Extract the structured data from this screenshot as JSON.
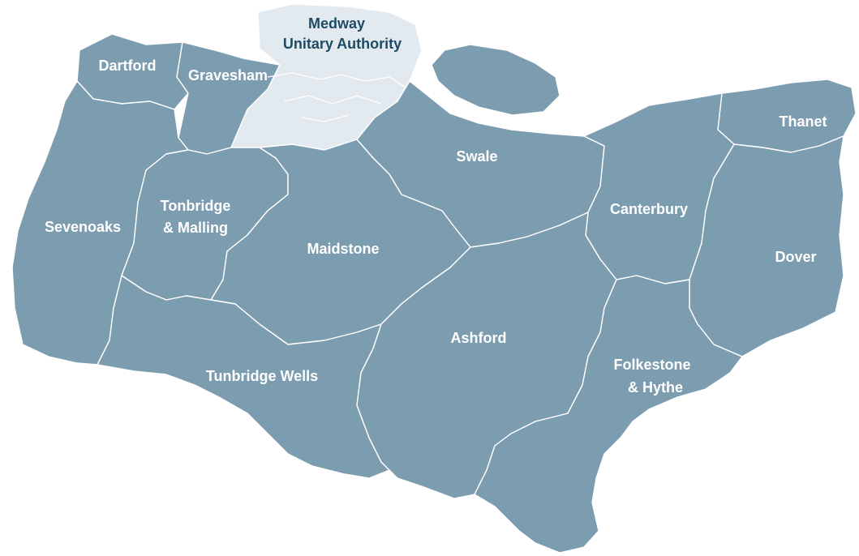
{
  "map": {
    "colors": {
      "district_fill": "#7c9db0",
      "highlight_fill": "#e3eaef",
      "border": "#ffffff",
      "label_light": "#ffffff",
      "label_dark": "#1e4a66"
    },
    "districts": {
      "dartford": "Dartford",
      "gravesham": "Gravesham",
      "medway_line1": "Medway",
      "medway_line2": "Unitary Authority",
      "swale": "Swale",
      "thanet": "Thanet",
      "sevenoaks": "Sevenoaks",
      "tonbridge_line1": "Tonbridge",
      "tonbridge_line2": "& Malling",
      "maidstone": "Maidstone",
      "canterbury": "Canterbury",
      "dover": "Dover",
      "ashford": "Ashford",
      "tunbridge_wells": "Tunbridge Wells",
      "folkestone_line1": "Folkestone",
      "folkestone_line2": "& Hythe"
    },
    "highlighted": "Medway"
  }
}
